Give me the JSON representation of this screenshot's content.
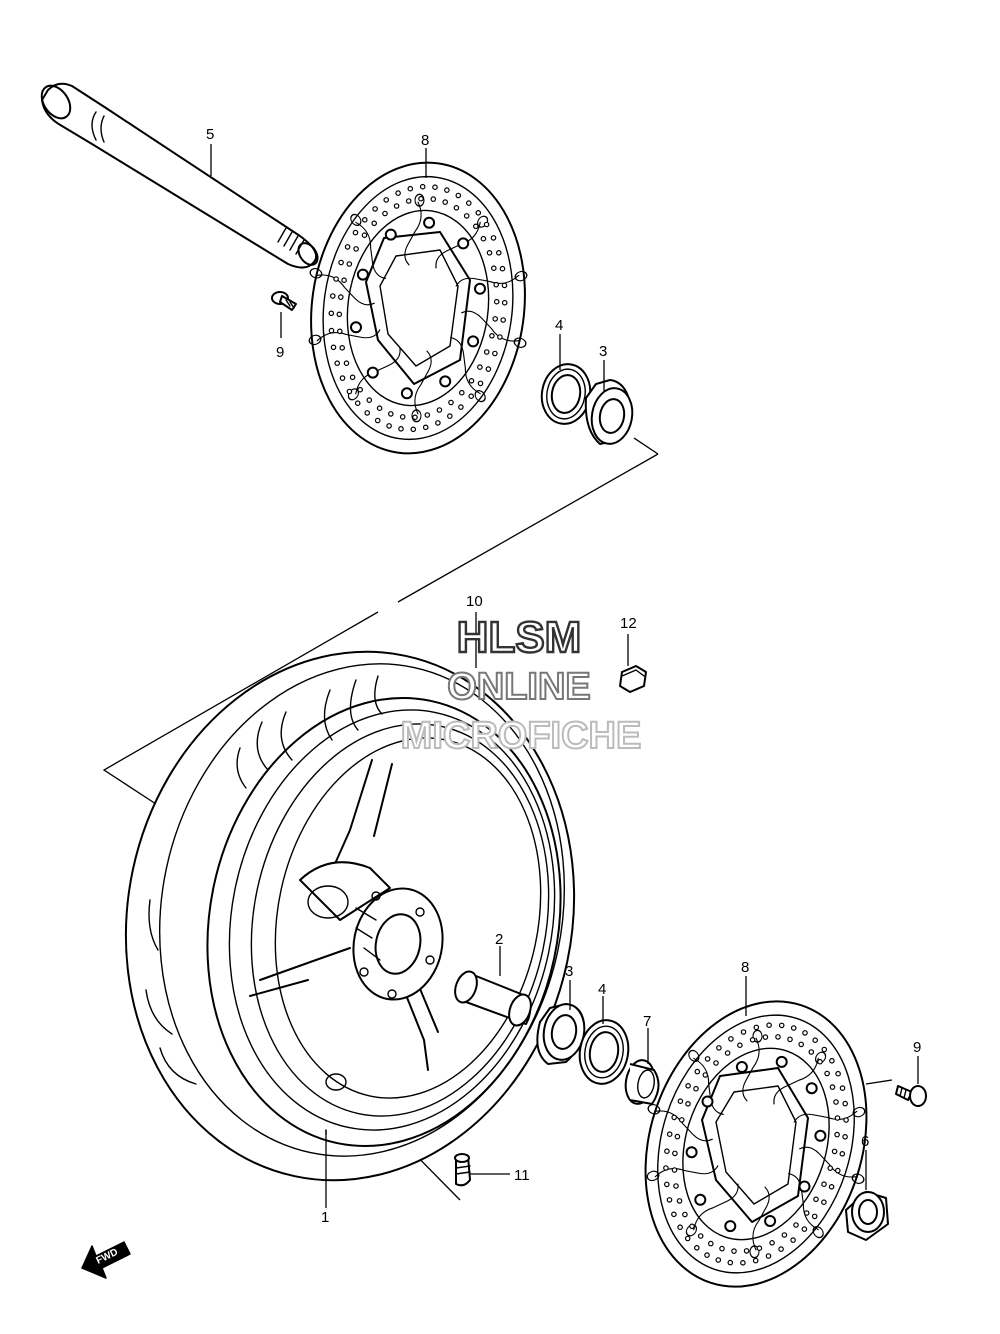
{
  "callouts": {
    "c1": "1",
    "c2": "2",
    "c3a": "3",
    "c3b": "3",
    "c4a": "4",
    "c4b": "4",
    "c5": "5",
    "c6": "6",
    "c7": "7",
    "c8a": "8",
    "c8b": "8",
    "c9a": "9",
    "c9b": "9",
    "c10": "10",
    "c11": "11",
    "c12": "12"
  },
  "watermark": {
    "line1": "HLSM",
    "line2": "ONLINE",
    "line3": "MICROFICHE"
  },
  "fwd_label": "FWD"
}
